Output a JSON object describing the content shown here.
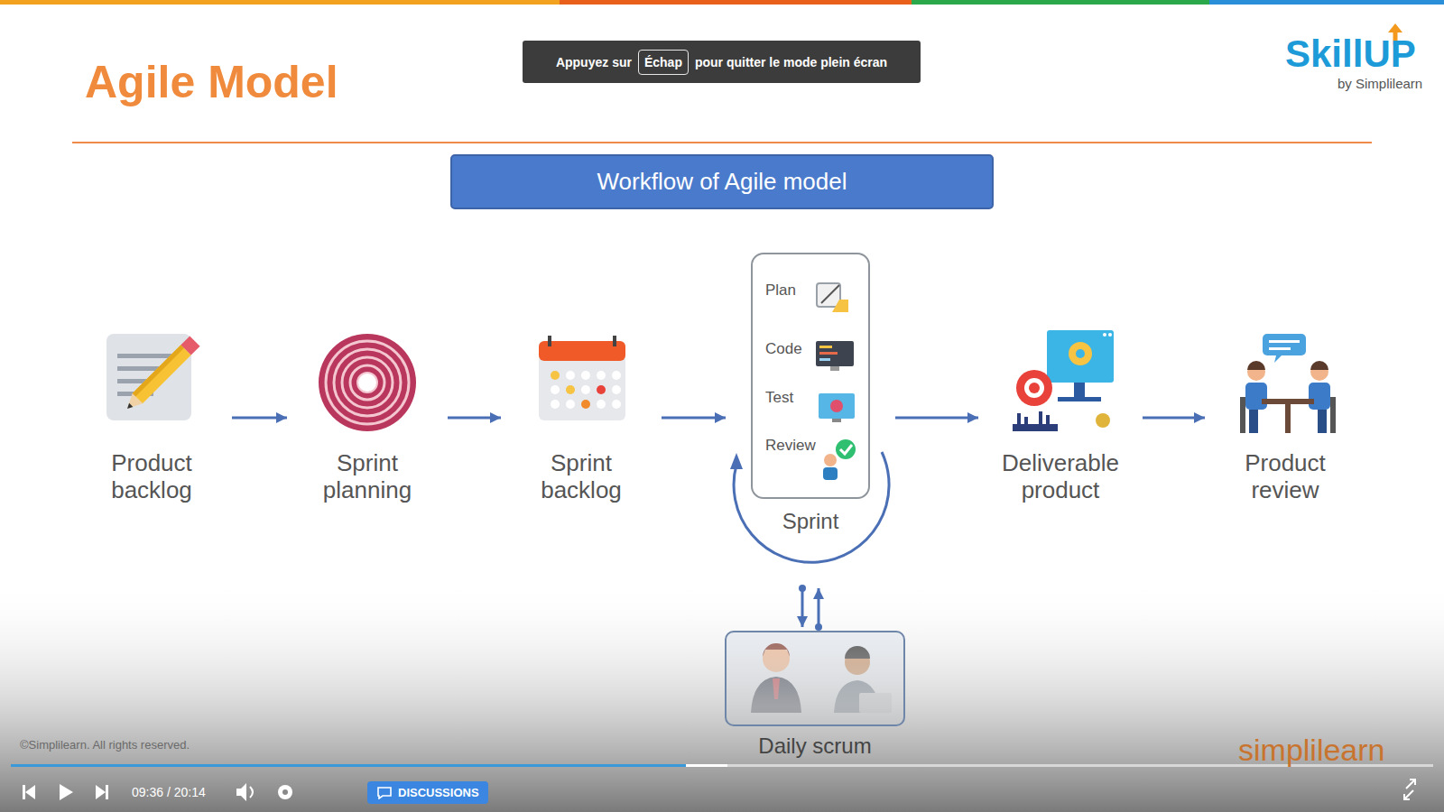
{
  "diagram": {
    "title": "Agile Model",
    "nodes": [
      {
        "text": [
          "Appuyez sur",
          "pour quitter le mode plein écran"
        ]
      },
      {
        "text": [
          "Échap"
        ],
        "in": 0
      },
      {
        "text": [
          "Workflow of Agile model"
        ]
      },
      {
        "text": [
          "Product backlog"
        ]
      },
      {
        "text": [
          "Sprint planning"
        ]
      },
      {
        "text": [
          "Sprint backlog"
        ]
      },
      {
        "text": [
          "Plan",
          "Code",
          "Test",
          "Review",
          "Sprint"
        ]
      },
      {
        "text": [
          "Deliverable product"
        ]
      },
      {
        "text": [
          "Product review"
        ]
      },
      {
        "text": [
          "Daily scrum"
        ]
      },
      {
        "text": [
          "DISCUSSIONS"
        ]
      }
    ],
    "edges": [
      {
        "from": 3,
        "to": 4,
        "arrow": "to"
      },
      {
        "from": 4,
        "to": 5,
        "arrow": "to"
      },
      {
        "from": 5,
        "to": 6,
        "arrow": "to"
      },
      {
        "from": 6,
        "to": 7,
        "arrow": "to"
      },
      {
        "from": 7,
        "to": 8,
        "arrow": "to"
      },
      {
        "from": 6,
        "to": 9,
        "arrow": "both"
      }
    ],
    "labels": [
      "SkillUP",
      "by Simplilearn",
      "09:36 / 20:14",
      "©Simplilearn. All rights reserved.",
      "simplilearn"
    ]
  }
}
